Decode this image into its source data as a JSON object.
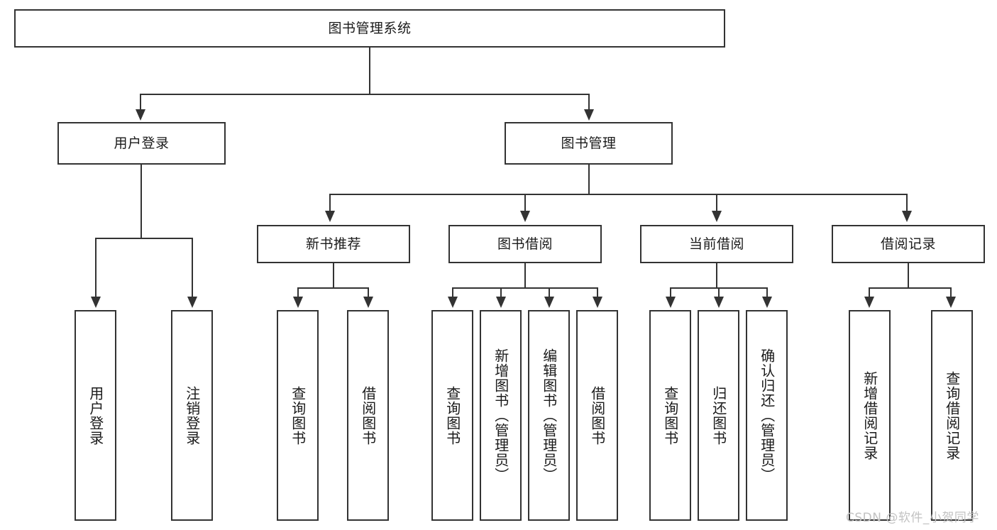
{
  "diagram": {
    "type": "tree-hierarchy-chart",
    "title": "图书管理系统",
    "levels": 4,
    "colors": {
      "box_border": "#333333",
      "box_fill": "#ffffff",
      "text": "#1a1a1a",
      "connector": "#333333",
      "watermark": "#c2c2c2",
      "background": "#ffffff"
    },
    "root": {
      "label": "图书管理系统"
    },
    "level2": [
      {
        "id": "user-login",
        "label": "用户登录"
      },
      {
        "id": "book-management",
        "label": "图书管理"
      }
    ],
    "level3": [
      {
        "id": "new-book-recommend",
        "label": "新书推荐",
        "parent": "book-management"
      },
      {
        "id": "book-borrow",
        "label": "图书借阅",
        "parent": "book-management"
      },
      {
        "id": "current-borrow",
        "label": "当前借阅",
        "parent": "book-management"
      },
      {
        "id": "borrow-record",
        "label": "借阅记录",
        "parent": "book-management"
      }
    ],
    "leaves": {
      "user_login": [
        {
          "id": "leaf-user-login",
          "label": "用户登录"
        },
        {
          "id": "leaf-user-logout",
          "label": "注销登录"
        }
      ],
      "new_book_recommend": [
        {
          "id": "leaf-query-book-1",
          "label": "查询图书"
        },
        {
          "id": "leaf-borrow-book-1",
          "label": "借阅图书"
        }
      ],
      "book_borrow": [
        {
          "id": "leaf-query-book-2",
          "label": "查询图书"
        },
        {
          "id": "leaf-add-book",
          "label": "新增图书（管理员）"
        },
        {
          "id": "leaf-edit-book",
          "label": "编辑图书（管理员）"
        },
        {
          "id": "leaf-borrow-book-2",
          "label": "借阅图书"
        }
      ],
      "current_borrow": [
        {
          "id": "leaf-query-book-3",
          "label": "查询图书"
        },
        {
          "id": "leaf-return-book",
          "label": "归还图书"
        },
        {
          "id": "leaf-confirm-return",
          "label": "确认归还（管理员）"
        }
      ],
      "borrow_record": [
        {
          "id": "leaf-add-record",
          "label": "新增借阅记录"
        },
        {
          "id": "leaf-query-record",
          "label": "查询借阅记录"
        }
      ]
    },
    "watermark": "CSDN @软件_小贺同学"
  }
}
